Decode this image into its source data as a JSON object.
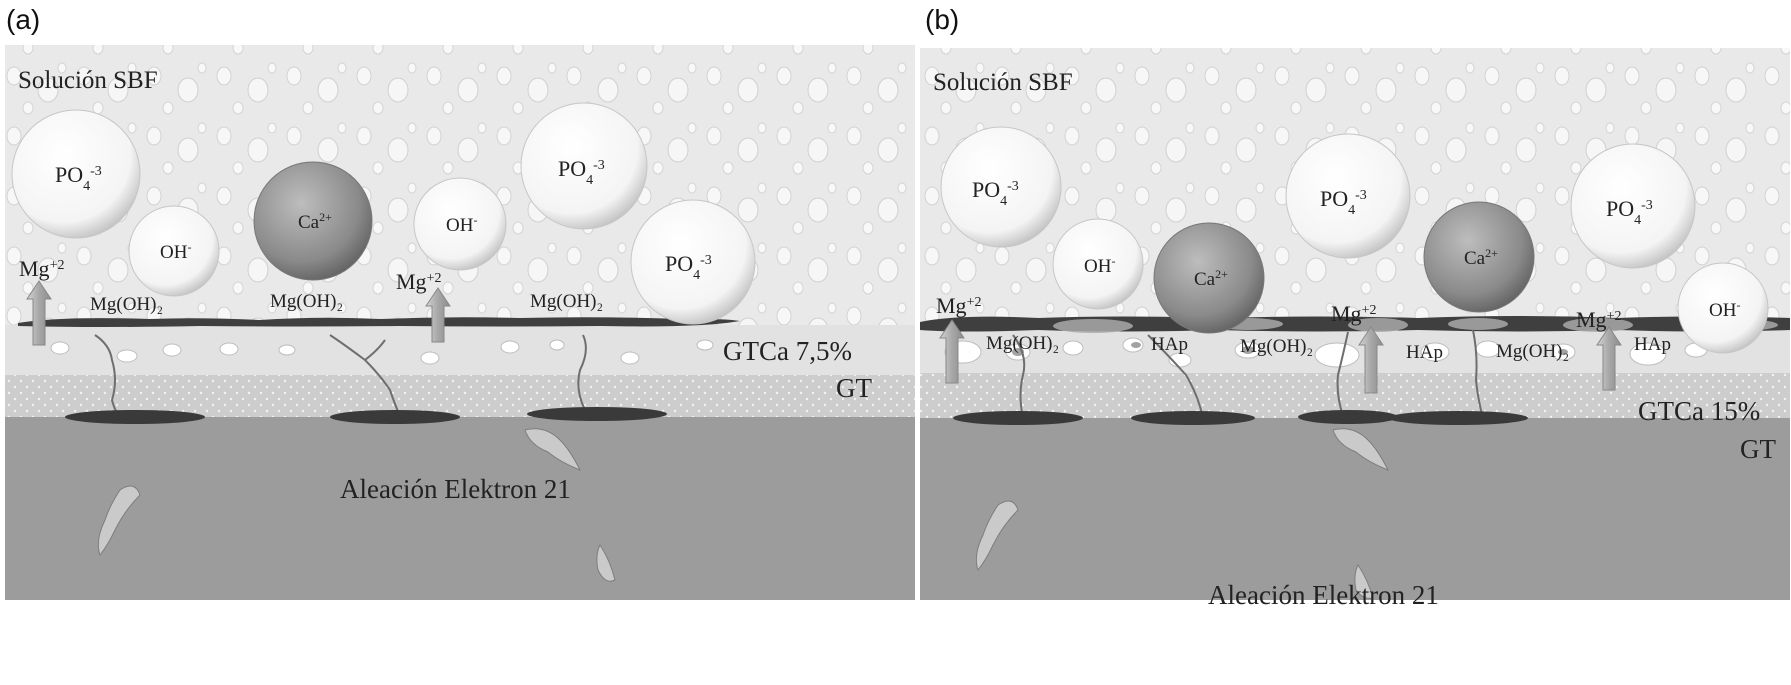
{
  "panels": [
    {
      "label": "(a)",
      "title": "Solución SBF",
      "coating_label": "GTCa 7,5%",
      "gt_label": "GT",
      "alloy_label": "Aleación Elektron 21",
      "ions": {
        "po4": [
          "PO",
          "4",
          "-3"
        ],
        "oh": [
          "OH",
          "-"
        ],
        "ca": [
          "Ca",
          "2+"
        ],
        "mg": [
          "Mg",
          "+2"
        ]
      },
      "products": {
        "mgoh": "Mg(OH)₂"
      }
    },
    {
      "label": "(b)",
      "title": "Solución SBF",
      "coating_label": "GTCa 15%",
      "gt_label": "GT",
      "alloy_label": "Aleación Elektron 21",
      "ions": {
        "po4": [
          "PO",
          "4",
          "-3"
        ],
        "oh": [
          "OH",
          "-"
        ],
        "ca": [
          "Ca",
          "2+"
        ],
        "mg": [
          "Mg",
          "+2"
        ]
      },
      "products": {
        "mgoh": "Mg(OH)₂",
        "hap": "HAp"
      }
    }
  ],
  "colors": {
    "solution": "#ededed",
    "coating": "#e2e2e2",
    "gt_layer": "#cfcfcf",
    "alloy": "#9b9b9b",
    "corrosion_film": "#3f3f3f",
    "calcium_ion": "#8a8a8a"
  }
}
